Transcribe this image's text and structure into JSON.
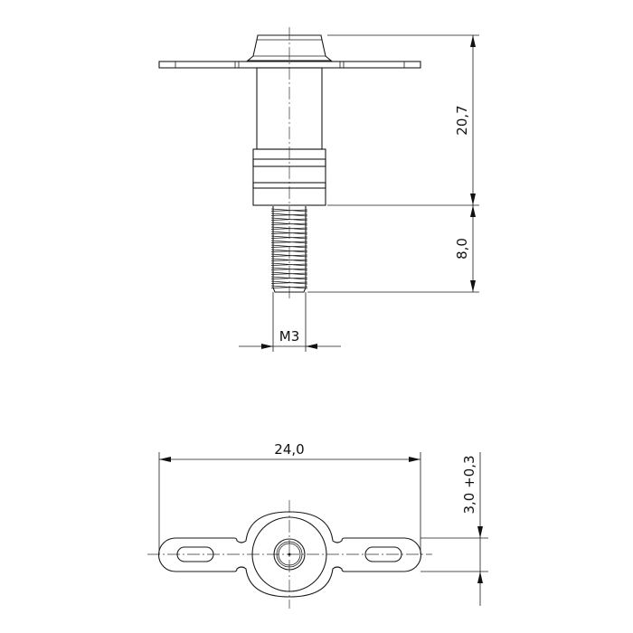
{
  "drawing": {
    "side_view": {
      "dim_height_body": "20,7",
      "dim_thread_length": "8,0",
      "dim_thread": "M3"
    },
    "top_view": {
      "dim_width": "24,0",
      "dim_thickness": "3,0 +0,3"
    },
    "colors": {
      "line": "#1a1a1a",
      "background": "#ffffff"
    }
  }
}
